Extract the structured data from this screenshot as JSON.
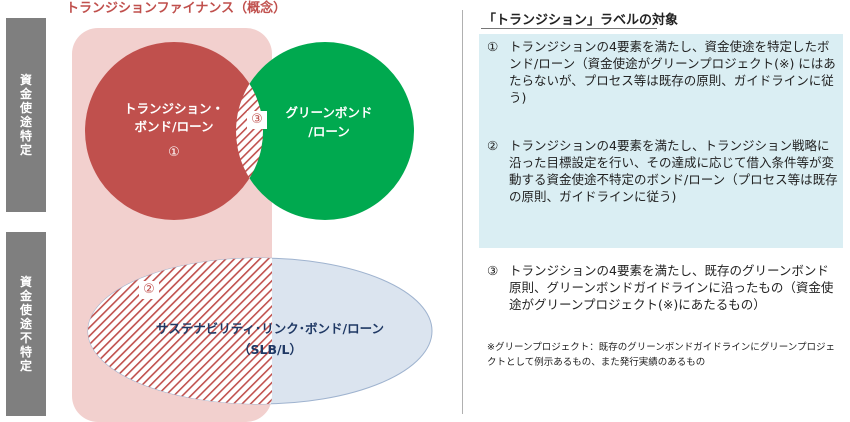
{
  "diagram": {
    "header": "トランジションファイナンス（概念）",
    "left_bars": {
      "top": "資金使途特定",
      "bottom": "資金使途不特定"
    },
    "red_circle": {
      "line1": "トランジション・",
      "line2": "ボンド/ローン",
      "marker": "①"
    },
    "green_circle": {
      "line1": "グリーンボンド",
      "line2": "/ローン"
    },
    "overlap_marker": "③",
    "ellipse": {
      "marker": "②",
      "line1": "サステナビリティ･リンク･ボンド/ローン",
      "line2": "（SLB/L）"
    },
    "colors": {
      "header_red": "#c0504d",
      "red": "#c0504d",
      "green": "#00a94f",
      "pink_band": "#f2d0ce",
      "ellipse_blue": "#dbe4ef",
      "bar_gray": "#7f7f7f"
    }
  },
  "panel": {
    "title": "「トランジション」ラベルの対象",
    "items": [
      {
        "num": "①",
        "text": "トランジションの4要素を満たし、資金使途を特定したボンド/ローン（資金使途がグリーンプロジェクト(※) にはあたらないが、プロセス等は既存の原則、ガイドラインに従う)"
      },
      {
        "num": "②",
        "text": "トランジションの4要素を満たし、トランジション戦略に沿った目標設定を行い、その達成に応じて借入条件等が変動する資金使途不特定のボンド/ローン（プロセス等は既存の原則、ガイドラインに従う)"
      },
      {
        "num": "③",
        "text": "トランジションの4要素を満たし、既存のグリーンボンド原則、グリーンボンドガイドラインに沿ったもの（資金使途がグリーンプロジェクト(※)にあたるもの）"
      }
    ],
    "note": "※グリーンプロジェクト：既存のグリーンボンドガイドラインにグリーンプロジェクトとして例示あるもの、また発行実績のあるもの",
    "box_color": "#daeef3"
  }
}
